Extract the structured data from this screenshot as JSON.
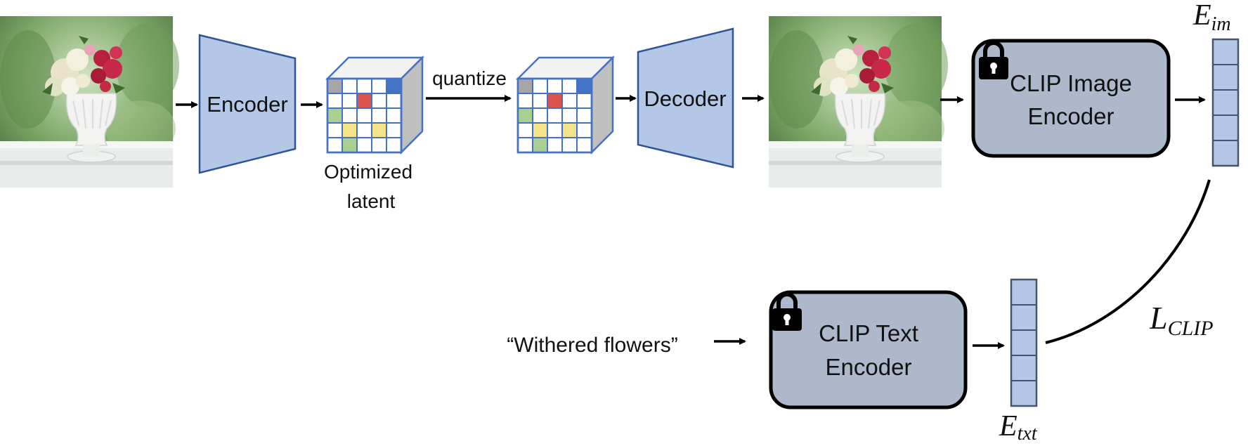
{
  "labels": {
    "encoder": "Encoder",
    "decoder": "Decoder",
    "quantize": "quantize",
    "optimized_line1": "Optimized",
    "optimized_line2": "latent",
    "clip_image_line1": "CLIP Image",
    "clip_image_line2": "Encoder",
    "clip_text_line1": "CLIP Text",
    "clip_text_line2": "Encoder",
    "prompt": "“Withered flowers”"
  },
  "math": {
    "e_im_base": "E",
    "e_im_sub": "im",
    "e_txt_base": "E",
    "e_txt_sub": "txt",
    "l_clip_base": "L",
    "l_clip_sub": "CLIP"
  },
  "colors": {
    "trapezoid_fill": "#b4c7e7",
    "trapezoid_stroke": "#2f5597",
    "clip_box_fill": "#adb9ca",
    "embedding_fill": "#b4c7e7",
    "embedding_stroke": "#44546a",
    "grid_stroke": "#4472c4",
    "cube_top": "#f2f2f2",
    "cube_side": "#bfbfbf",
    "cell_red": "#d9534f",
    "cell_yellow": "#f5e38a",
    "cell_green": "#a9d08e",
    "cell_blue": "#4472c4",
    "cell_gray": "#a6a6a6"
  },
  "icons": [
    "lock-icon",
    "arrow-icon",
    "flower-vase-photo"
  ]
}
